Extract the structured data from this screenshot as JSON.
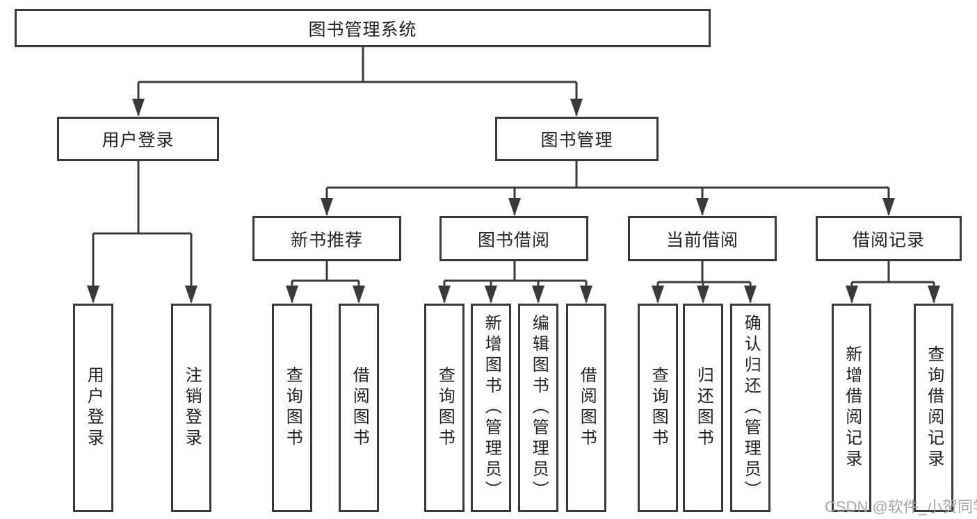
{
  "diagram": {
    "title": "图书管理系统",
    "level2": [
      {
        "label": "用户登录"
      },
      {
        "label": "图书管理"
      }
    ],
    "level3": [
      {
        "label": "新书推荐"
      },
      {
        "label": "图书借阅"
      },
      {
        "label": "当前借阅"
      },
      {
        "label": "借阅记录"
      }
    ],
    "leaves": {
      "user_login": [
        "用户登录",
        "注销登录"
      ],
      "new_book_recommendation": [
        "查询图书",
        "借阅图书"
      ],
      "book_borrowing": [
        "查询图书",
        "新增图书（管理员）",
        "编辑图书（管理员）",
        "借阅图书"
      ],
      "current_borrowing": [
        "查询图书",
        "归还图书",
        "确认归还（管理员）"
      ],
      "borrowing_records": [
        "新增借阅记录",
        "查询借阅记录"
      ]
    },
    "watermark": "CSDN @软件_小贺同学"
  },
  "colors": {
    "line": "#3a3a3a",
    "text": "#222222",
    "watermark": "#a6a6a6",
    "background": "#ffffff"
  }
}
